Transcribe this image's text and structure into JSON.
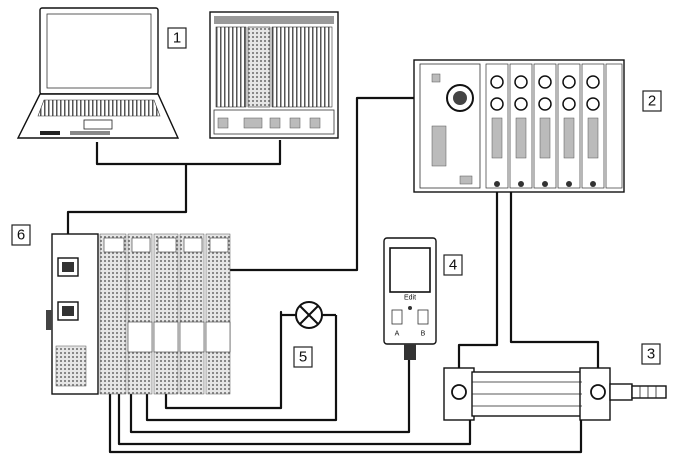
{
  "callouts": [
    {
      "id": "1",
      "label": "1"
    },
    {
      "id": "2",
      "label": "2"
    },
    {
      "id": "3",
      "label": "3"
    },
    {
      "id": "4",
      "label": "4"
    },
    {
      "id": "5",
      "label": "5"
    },
    {
      "id": "6",
      "label": "6"
    }
  ],
  "sensor": {
    "display_text": "Edit",
    "button_a": "A",
    "button_b": "B"
  }
}
